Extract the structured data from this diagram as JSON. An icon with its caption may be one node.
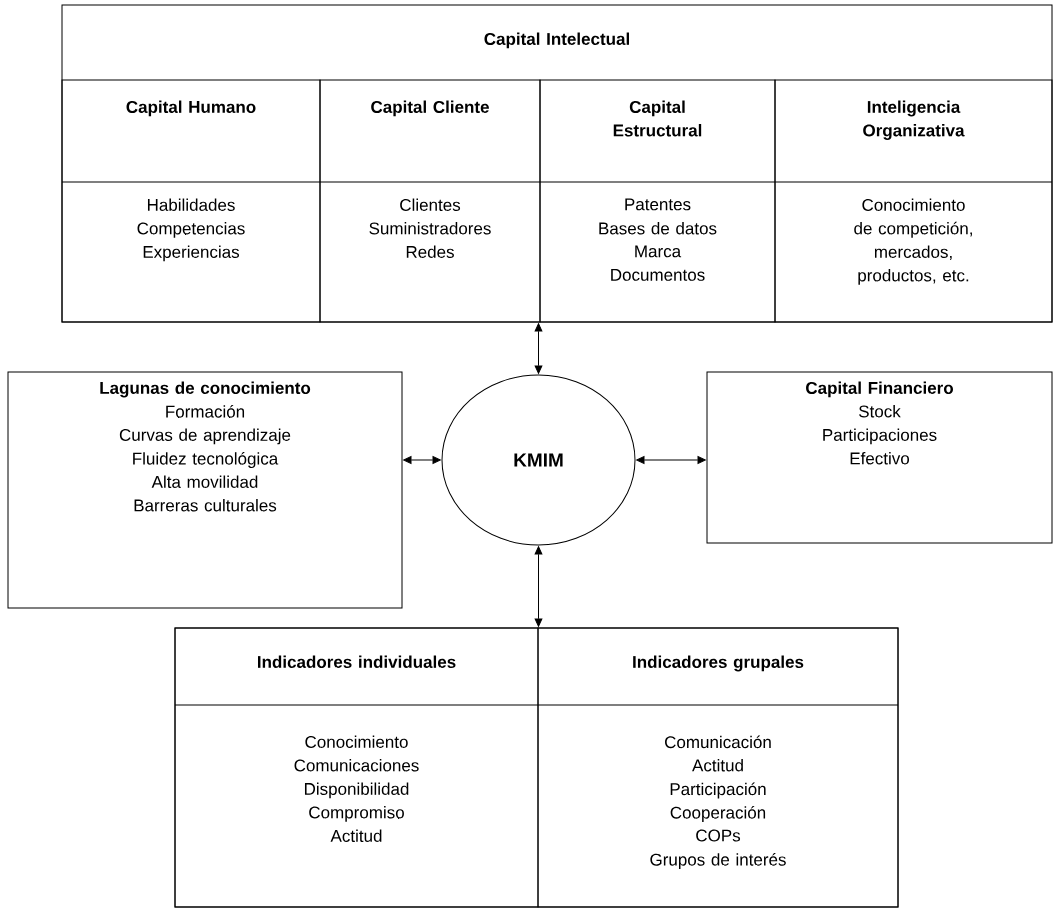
{
  "diagram": {
    "nodes": [
      {
        "text": [
          "Capital Intelectual"
        ]
      },
      {
        "text": [
          "Capital Humano",
          "Habilidades",
          "Competencias",
          "Experiencias"
        ],
        "in": 0
      },
      {
        "text": [
          "Capital Cliente",
          "Clientes",
          "Suministradores",
          "Redes"
        ],
        "in": 0
      },
      {
        "text": [
          "Capital Estructural",
          "Patentes",
          "Bases de datos",
          "Marca",
          "Documentos"
        ],
        "in": 0
      },
      {
        "text": [
          "Inteligencia Organizativa",
          "Conocimiento de competición, mercados, productos, etc."
        ],
        "in": 0
      },
      {
        "text": [
          "Lagunas de conocimiento",
          "Formación",
          "Curvas de aprendizaje",
          "Fluidez tecnológica",
          "Alta movilidad",
          "Barreras culturales"
        ]
      },
      {
        "text": [
          "KMIM"
        ]
      },
      {
        "text": [
          "Capital Financiero",
          "Stock",
          "Participaciones",
          "Efectivo"
        ]
      },
      {
        "text": [],
        "shape": "box"
      },
      {
        "text": [
          "Indicadores individuales",
          "Conocimiento",
          "Comunicaciones",
          "Disponibilidad",
          "Compromiso",
          "Actitud"
        ],
        "in": 8
      },
      {
        "text": [
          "Indicadores grupales",
          "Comunicación",
          "Actitud",
          "Participación",
          "Cooperación",
          "COPs",
          "Grupos de interés"
        ],
        "in": 8
      }
    ],
    "edges": [
      {
        "from": 6,
        "to": 0,
        "arrow": "both"
      },
      {
        "from": 6,
        "to": 5,
        "arrow": "both"
      },
      {
        "from": 6,
        "to": 7,
        "arrow": "both"
      },
      {
        "from": 6,
        "to": 8,
        "arrow": "both"
      }
    ]
  }
}
